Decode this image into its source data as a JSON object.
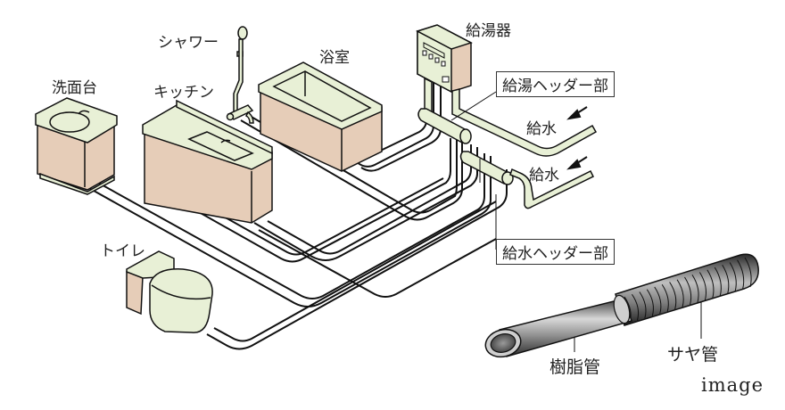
{
  "diagram": {
    "title": "Header-style water supply piping (sheath-pipe method)",
    "colors": {
      "fixture_top": "#e8f0d6",
      "fixture_body": "#e6cdb8",
      "pipe_fill": "#e8f0d6",
      "line": "#111111",
      "sheath_pipe": "#6a6a6a"
    },
    "fixtures": [
      {
        "id": "washbasin",
        "label": "洗面台"
      },
      {
        "id": "kitchen",
        "label": "キッチン"
      },
      {
        "id": "shower",
        "label": "シャワー"
      },
      {
        "id": "bathroom",
        "label": "浴室"
      },
      {
        "id": "toilet",
        "label": "トイレ"
      },
      {
        "id": "water-heater",
        "label": "給湯器"
      }
    ],
    "headers": {
      "hot_water_header": "給湯ヘッダー部",
      "cold_water_header": "給水ヘッダー部"
    },
    "water_supply_inlets": [
      "給水",
      "給水"
    ],
    "pipe_detail": {
      "resin_pipe": "樹脂管",
      "sheath_pipe": "サヤ管"
    },
    "caption": "image"
  }
}
